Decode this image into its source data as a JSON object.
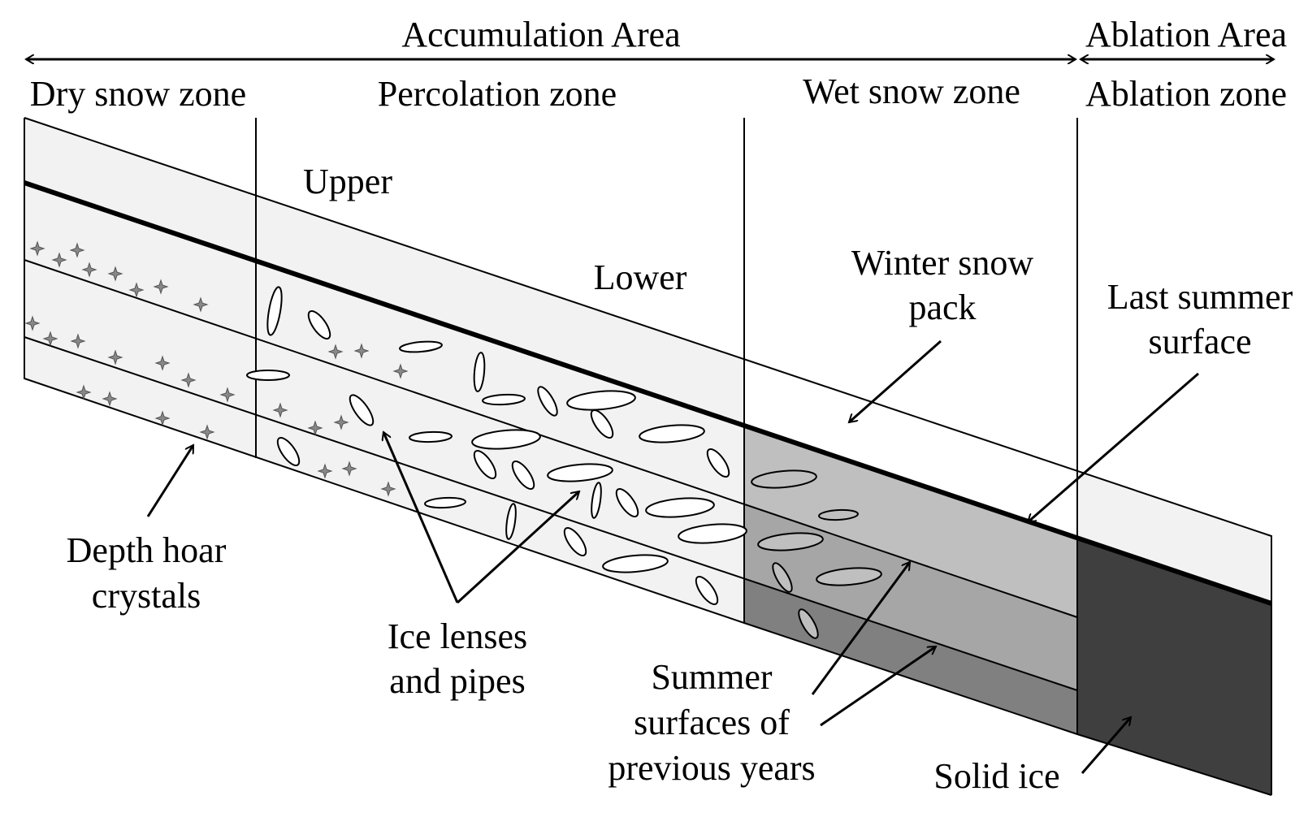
{
  "header": {
    "accumulation_area": "Accumulation Area",
    "ablation_area": "Ablation Area"
  },
  "zones": {
    "dry": "Dry snow zone",
    "percolation": "Percolation zone",
    "wet": "Wet snow zone",
    "ablation": "Ablation zone"
  },
  "percolation_sub": {
    "upper": "Upper",
    "lower": "Lower"
  },
  "labels": {
    "winter_snow_pack_1": "Winter snow",
    "winter_snow_pack_2": "pack",
    "last_summer_surface_1": "Last summer",
    "last_summer_surface_2": "surface",
    "depth_hoar_1": "Depth hoar",
    "depth_hoar_2": "crystals",
    "ice_lenses_1": "Ice lenses",
    "ice_lenses_2": "and pipes",
    "summer_surfaces_1": "Summer",
    "summer_surfaces_2": "surfaces of",
    "summer_surfaces_3": "previous years",
    "solid_ice": "Solid ice"
  },
  "colors": {
    "snow": "#f2f2f2",
    "wet_upper": "#bfbfbf",
    "wet_middle": "#a6a6a6",
    "wet_lower": "#808080",
    "solid_ice": "#3f3f3f"
  }
}
